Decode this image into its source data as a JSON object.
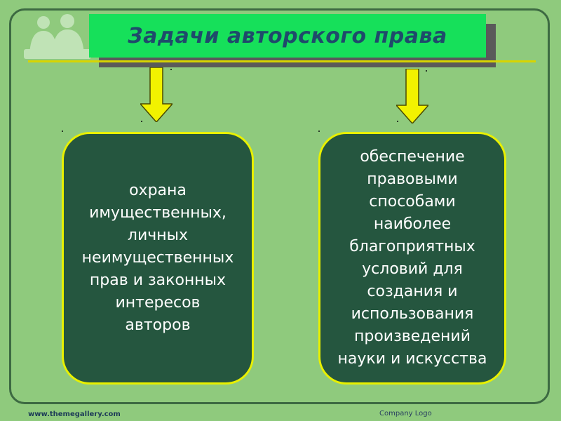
{
  "slide": {
    "title": "Задачи авторского права",
    "left_box_text": "охрана\nимущественных,\nличных\nнеимущественных\nправ и законных\nинтересов\nавторов",
    "right_box_text": "обеспечение\nправовыми\nспособами\nнаиболее\nблагоприятных\nусловий для\nсоздания и\nиспользования\nпроизведений\nнауки и искусства",
    "footer_site": "www.themegallery.com",
    "footer_logo": "Company Logo"
  },
  "colors": {
    "background": "#8fca7d",
    "title_fill": "#16e05a",
    "title_text": "#1f4a6b",
    "box_fill": "#25563f",
    "box_border": "#e8f000",
    "arrow_fill": "#f2f200"
  },
  "icons": {
    "decoration": "people-silhouette-icon",
    "arrows": "arrow-down-icon"
  }
}
